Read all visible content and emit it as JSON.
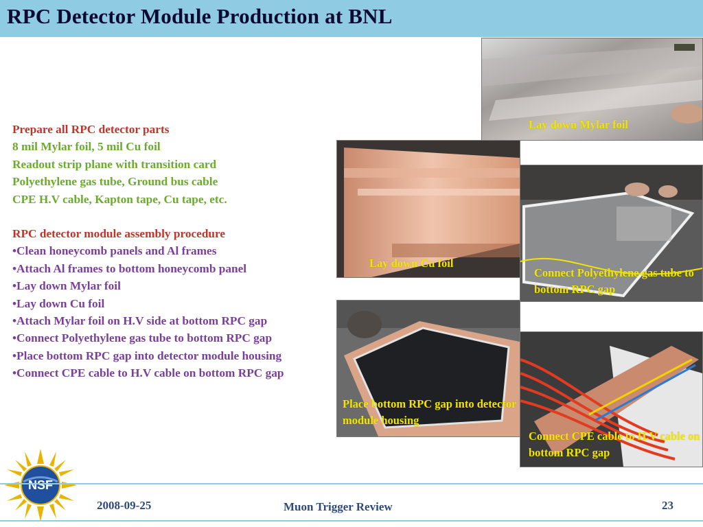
{
  "title": "RPC Detector Module Production at BNL",
  "parts": {
    "heading": "Prepare all RPC detector parts",
    "items": [
      "8 mil Mylar foil, 5 mil Cu foil",
      "Readout strip plane with transition card",
      "Polyethylene gas tube, Ground bus cable",
      "CPE H.V cable, Kapton tape, Cu tape, etc."
    ]
  },
  "procedure": {
    "heading": "RPC detector module assembly procedure",
    "steps": [
      "•Clean honeycomb panels and Al frames",
      "•Attach Al frames to bottom honeycomb panel",
      "•Lay down Mylar foil",
      "•Lay down Cu foil",
      "•Attach Mylar foil on H.V side at bottom RPC gap",
      "•Connect Polyethylene gas tube to bottom RPC gap",
      "•Place bottom RPC gap into detector module housing",
      "•Connect CPE cable to H.V cable on bottom RPC gap"
    ]
  },
  "photos": {
    "mylar": "Lay down Mylar foil",
    "cu": "Lay down Cu foil",
    "gas_tube": "Connect Polyethylene gas tube to bottom RPC gap",
    "housing": "Place bottom RPC gap into detector module housing",
    "cable": "Connect CPE cable to H.V cable on bottom RPC gap"
  },
  "logo": {
    "text": "NSF"
  },
  "footer": {
    "date": "2008-09-25",
    "event": "Muon Trigger Review",
    "page": "23"
  },
  "colors": {
    "title_bar": "#8fcbe3",
    "heading_red": "#c0352b",
    "items_green": "#6bab2d",
    "steps_purple": "#7a3f98",
    "caption_yellow": "#f2e600"
  }
}
